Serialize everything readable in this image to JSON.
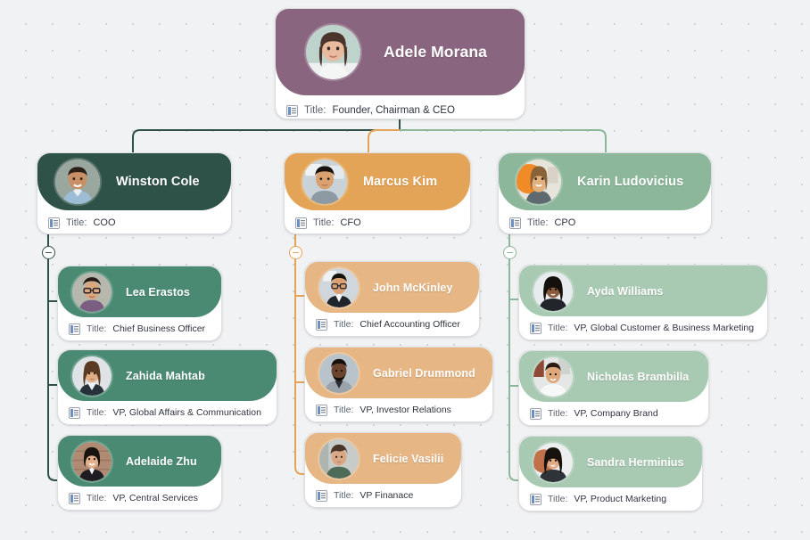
{
  "app": {
    "type": "organization-chart",
    "background_color": "#f1f2f4",
    "grid": "dotted"
  },
  "palette": {
    "root": "#8a6580",
    "branch_ops": "#2f5248",
    "branch_finance": "#e3a457",
    "branch_product": "#8cb79a",
    "branch_ops_child": "#4a8a73",
    "branch_finance_child": "#e6b684",
    "branch_product_child": "#a8c9b2",
    "card_background": "#ffffff",
    "label_text": "#5c6270",
    "value_text": "#2f3440"
  },
  "field": {
    "label": "Title:",
    "icon": "list-detail-icon"
  },
  "nodes": {
    "root": {
      "name": "Adele Morana",
      "title": "Founder, Chairman & CEO",
      "level": 1,
      "color": "#8a6580",
      "avatar": "woman-long-dark-hair"
    },
    "ops": {
      "name": "Winston Cole",
      "title": "COO",
      "level": 2,
      "color": "#2f5248",
      "avatar": "man-short-hair-blue-shirt"
    },
    "finance": {
      "name": "Marcus Kim",
      "title": "CFO",
      "level": 2,
      "color": "#e3a457",
      "avatar": "man-dark-hair-grey-shirt"
    },
    "product": {
      "name": "Karin Ludovicius",
      "title": "CPO",
      "level": 2,
      "color": "#8cb79a",
      "avatar": "woman-blonde-orange-bg"
    },
    "ops_children": [
      {
        "name": "Lea Erastos",
        "title": "Chief Business Officer",
        "level": 3,
        "color": "#4a8a73",
        "avatar": "woman-glasses-purple-top"
      },
      {
        "name": "Zahida Mahtab",
        "title": "VP, Global Affairs & Communication",
        "level": 3,
        "color": "#4a8a73",
        "avatar": "woman-long-hair-dark-blazer"
      },
      {
        "name": "Adelaide Zhu",
        "title": "VP, Central Services",
        "level": 3,
        "color": "#4a8a73",
        "avatar": "woman-smiling-brick-bg"
      }
    ],
    "finance_children": [
      {
        "name": "John McKinley",
        "title": "Chief Accounting Officer",
        "level": 3,
        "color": "#e6b684",
        "avatar": "man-glasses-suit"
      },
      {
        "name": "Gabriel Drummond",
        "title": "VP, Investor Relations",
        "level": 3,
        "color": "#e6b684",
        "avatar": "man-beard-grey-jacket"
      },
      {
        "name": "Felicie Vasilii",
        "title": "VP Finanace",
        "level": 3,
        "color": "#e6b684",
        "avatar": "woman-short-hair-green-top"
      }
    ],
    "product_children": [
      {
        "name": "Ayda Williams",
        "title": "VP, Global Customer & Business Marketing",
        "level": 3,
        "color": "#a8c9b2",
        "avatar": "woman-dark-curly-hair"
      },
      {
        "name": "Nicholas Brambilla",
        "title": "VP, Company Brand",
        "level": 3,
        "color": "#a8c9b2",
        "avatar": "man-smiling-white-shirt"
      },
      {
        "name": "Sandra Herminius",
        "title": "VP, Product Marketing",
        "level": 3,
        "color": "#a8c9b2",
        "avatar": "woman-dark-hair-orange-bg"
      }
    ]
  },
  "collapse_buttons": [
    {
      "branch": "ops",
      "state": "expanded",
      "glyph": "minus"
    },
    {
      "branch": "finance",
      "state": "expanded",
      "glyph": "minus"
    },
    {
      "branch": "product",
      "state": "expanded",
      "glyph": "minus"
    }
  ]
}
